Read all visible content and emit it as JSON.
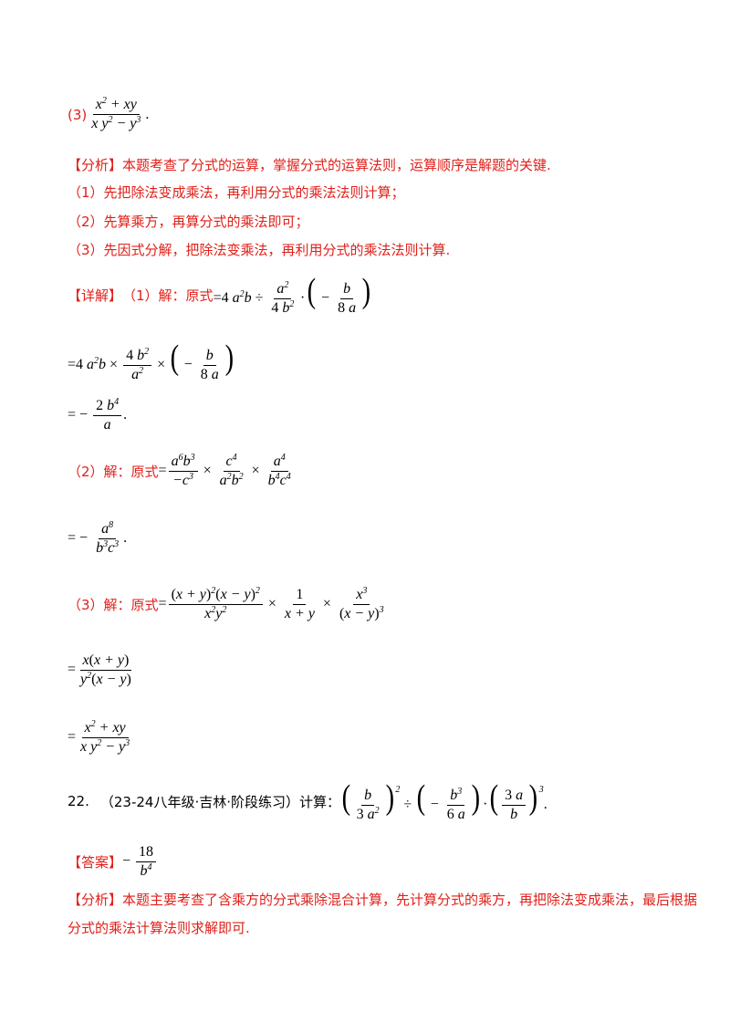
{
  "part3_label": "(3)",
  "analysis1": {
    "tag": "【分析】",
    "text": "本题考查了分式的运算，掌握分式的运算法则，运算顺序是解题的关键.",
    "item1": "（1）先把除法变成乘法，再利用分式的乘法法则计算；",
    "item2": "（2）先算乘方，再算分式的乘法即可；",
    "item3": "（3）先因式分解，把除法变乘法，再利用分式的乘法法则计算."
  },
  "detail": {
    "tag": "【详解】",
    "part1_label": "（1）解：原式",
    "part2_label": "（2）解：原式",
    "part3_label": "（3）解：原式"
  },
  "q22": {
    "number": "22.",
    "source": "（23-24八年级·吉林·阶段练习）",
    "prompt": "计算："
  },
  "answer": {
    "tag": "【答案】"
  },
  "analysis2": {
    "tag": "【分析】",
    "line1": "本题主要考查了含乘方的分式乘除混合计算，先计算分式的乘方，再把除法变成乘法，最后根据",
    "line2": "分式的乘法计算法则求解即可."
  }
}
